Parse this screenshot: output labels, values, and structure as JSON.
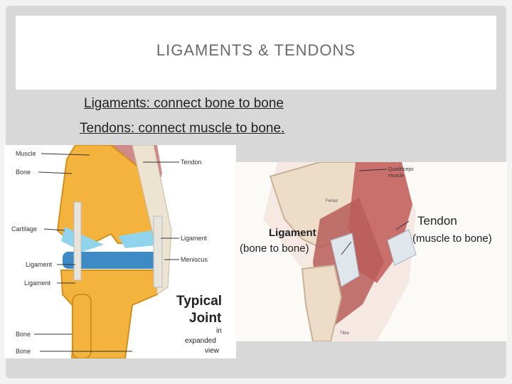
{
  "slide": {
    "title": "LIGAMENTS & TENDONS",
    "bullets": [
      "Ligaments: connect bone to bone",
      "Tendons: connect muscle to bone. "
    ]
  },
  "left_figure": {
    "labels_left": [
      "Muscle",
      "Bone",
      "Cartilage",
      "Ligament",
      "Ligament",
      "Bone",
      "Bone"
    ],
    "labels_right": [
      "Tendon",
      "Ligament",
      "Meniscus"
    ],
    "caption_big_1": "Typical",
    "caption_big_2": "Joint",
    "caption_small_1": "in",
    "caption_small_2": "expanded",
    "caption_small_3": "view"
  },
  "right_figure": {
    "label_quadriceps_1": "Quadriceps",
    "label_quadriceps_2": "muscle",
    "label_femur": "Femur",
    "label_tibia": "Tibia",
    "ligament_label": "Ligament",
    "ligament_sub": "(bone to bone)",
    "tendon_label": "Tendon",
    "tendon_sub": "(muscle to bone)"
  }
}
